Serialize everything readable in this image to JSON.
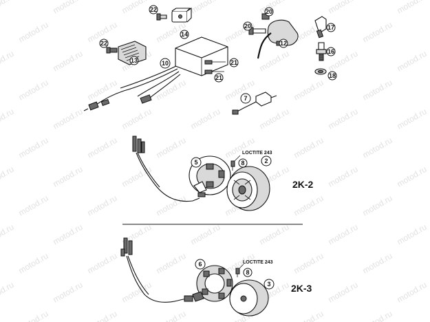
{
  "watermark": "motod.ru",
  "callouts": {
    "c2": "2",
    "c3": "3",
    "c5": "5",
    "c6": "6",
    "c7": "7",
    "c8a": "8",
    "c8b": "8",
    "c10": "10",
    "c12": "12",
    "c13": "13",
    "c14": "14",
    "c16": "16",
    "c17": "17",
    "c18": "18",
    "c20a": "20",
    "c20b": "20",
    "c21a": "21",
    "c21b": "21",
    "c22": "22"
  },
  "labels": {
    "loctite_a": "LOCTITE 243",
    "loctite_b": "LOCTITE 243",
    "variant_top": "2K-2",
    "variant_bottom": "2K-3"
  }
}
